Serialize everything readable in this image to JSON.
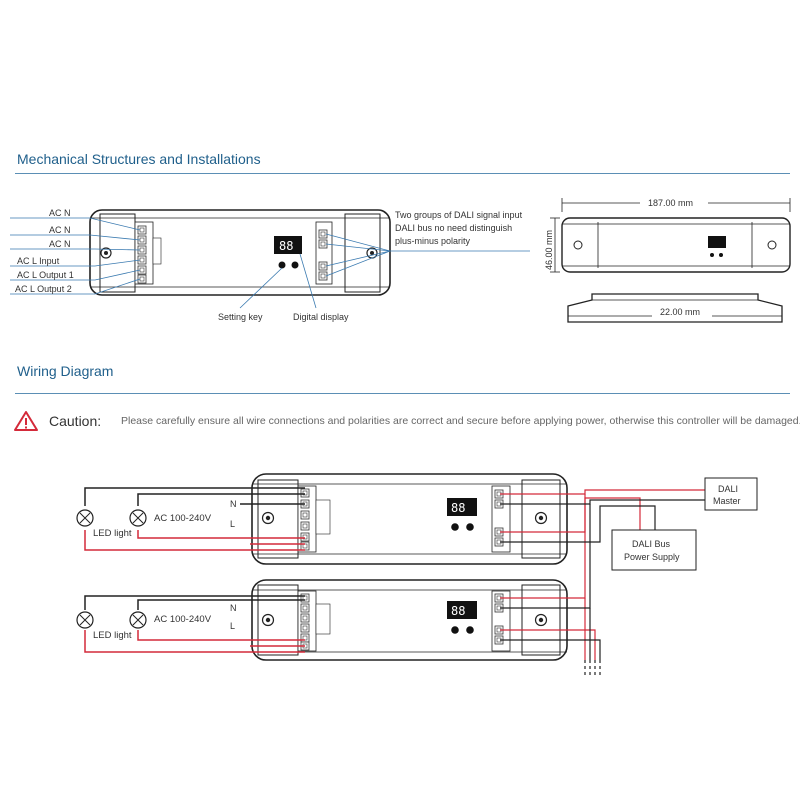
{
  "sections": {
    "mechanical_title": "Mechanical Structures and Installations",
    "wiring_title": "Wiring Diagram"
  },
  "mechanical": {
    "left_labels": [
      "AC N",
      "AC N",
      "AC N",
      "AC L Input",
      "AC L Output 1",
      "AC L Output 2"
    ],
    "dali_note": [
      "Two groups of DALI signal input",
      "DALI bus no need distinguish",
      "plus-minus polarity"
    ],
    "setting_key_label": "Setting key",
    "digital_display_label": "Digital display",
    "dim_length": "187.00 mm",
    "dim_width": "46.00 mm",
    "dim_height": "22.00 mm"
  },
  "caution": {
    "label": "Caution:",
    "text": "Please carefully ensure all wire connections and polarities are correct and secure before applying power, otherwise this controller will be damaged."
  },
  "wiring": {
    "ac_label": "AC 100-240V",
    "led_label": "LED light",
    "n_label": "N",
    "l_label": "L",
    "dali_master": [
      "DALI",
      "Master"
    ],
    "dali_psu": [
      "DALI Bus",
      "Power Supply"
    ]
  },
  "colors": {
    "title_blue": "#1f5f8b",
    "rule_blue": "#5b8fb5",
    "wire_red": "#d42a3a",
    "wire_dark": "#222222",
    "caution_red": "#d42a3a"
  }
}
